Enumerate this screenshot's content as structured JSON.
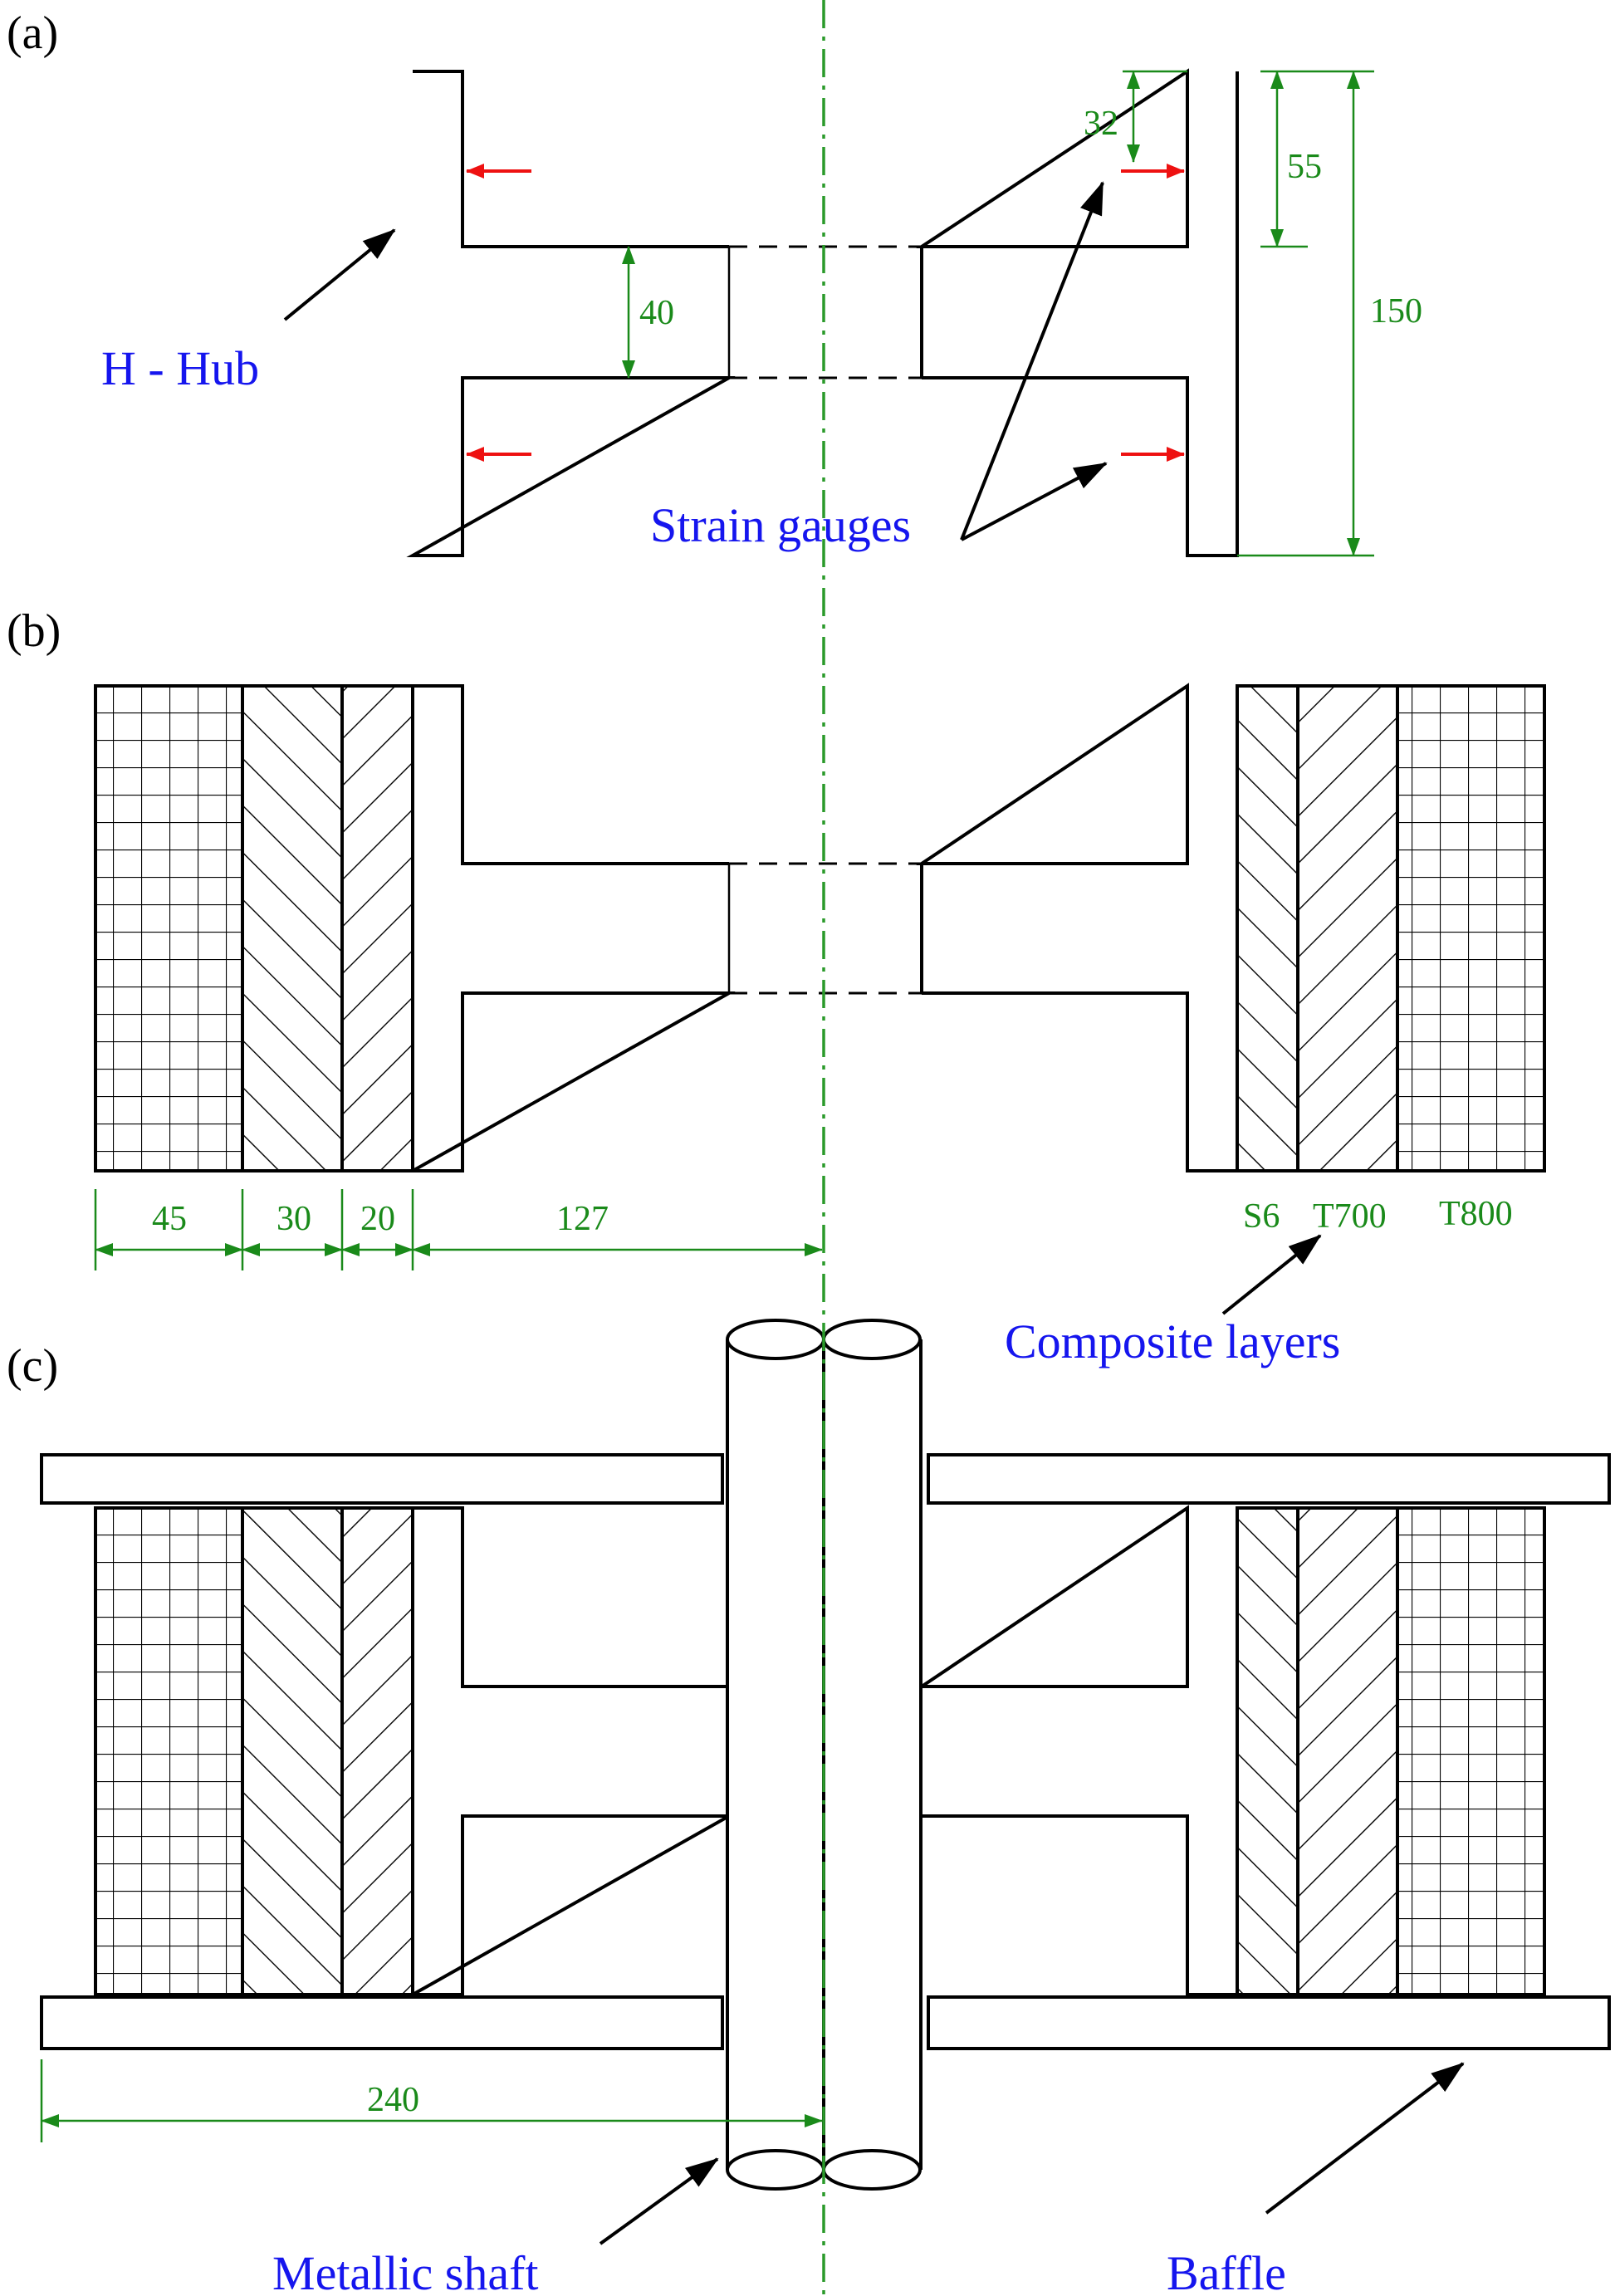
{
  "colors": {
    "dimension": "#1a8a1a",
    "callout": "#1515ee",
    "gauge_arrow": "#ee1111",
    "outline": "#000000",
    "centerline": "#2a9a2a"
  },
  "panels": {
    "a": {
      "label": "(a)",
      "hub_callout": "H - Hub",
      "gauges_callout": "Strain gauges",
      "dim_32": "32",
      "dim_55": "55",
      "dim_40": "40",
      "dim_150": "150"
    },
    "b": {
      "label": "(b)",
      "dim_45": "45",
      "dim_30": "30",
      "dim_20": "20",
      "dim_127": "127",
      "layer_s6": "S6",
      "layer_t700": "T700",
      "layer_t800": "T800",
      "composite_callout": "Composite layers"
    },
    "c": {
      "label": "(c)",
      "dim_240": "240",
      "shaft_callout": "Metallic shaft",
      "baffle_callout": "Baffle"
    }
  }
}
